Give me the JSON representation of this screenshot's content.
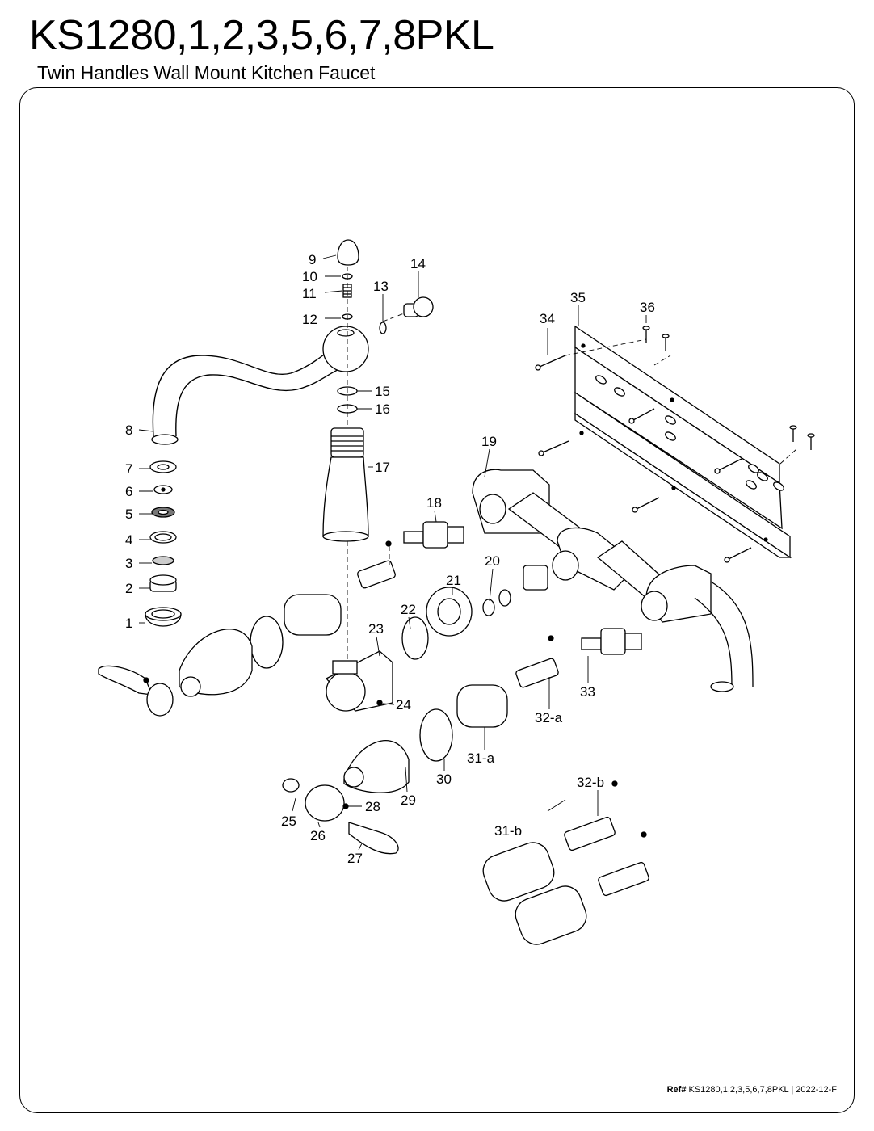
{
  "header": {
    "model": "KS1280,1,2,3,5,6,7,8PKL",
    "description": "Twin Handles Wall Mount Kitchen Faucet"
  },
  "footer": {
    "ref_prefix": "Ref#",
    "ref_model": "KS1280,1,2,3,5,6,7,8PKL",
    "separator": "|",
    "revision": "2022-12-F"
  },
  "parts": {
    "p1": "1",
    "p2": "2",
    "p3": "3",
    "p4": "4",
    "p5": "5",
    "p6": "6",
    "p7": "7",
    "p8": "8",
    "p9": "9",
    "p10": "10",
    "p11": "11",
    "p12": "12",
    "p13": "13",
    "p14": "14",
    "p15": "15",
    "p16": "16",
    "p17": "17",
    "p18": "18",
    "p19": "19",
    "p20": "20",
    "p21": "21",
    "p22": "22",
    "p23": "23",
    "p24": "24",
    "p25": "25",
    "p26": "26",
    "p27": "27",
    "p28": "28",
    "p29": "29",
    "p30": "30",
    "p31a": "31-a",
    "p31b": "31-b",
    "p32a": "32-a",
    "p32b": "32-b",
    "p33": "33",
    "p34": "34",
    "p35": "35",
    "p36": "36"
  }
}
